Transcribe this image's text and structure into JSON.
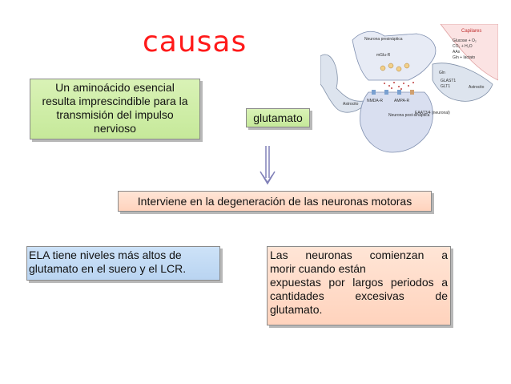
{
  "title": "causas",
  "box_aminoacido": {
    "lines": [
      "Un aminoácido esencial",
      "resulta imprescindible para la",
      "transmisión del impulso",
      "nervioso"
    ]
  },
  "box_glutamato": {
    "text": "glutamato"
  },
  "box_interviene": {
    "text": "Interviene en la degeneración de las neuronas motoras"
  },
  "box_ela": {
    "lines": [
      "ELA tiene niveles más altos de",
      "glutamato en el suero y el LCR."
    ]
  },
  "box_neuronas": {
    "lines": [
      "Las neuronas comienzan a",
      "morir cuando están",
      "expuestas por largos periodos a",
      "cantidades excesivas de",
      "glutamato."
    ]
  },
  "diagram_labels": {
    "capillary": "Capilares",
    "presynaptic": "Neurona presináptica",
    "astrocyte_left": "Astrocito",
    "astrocyte_right": "Astrocito",
    "postsynaptic": "Neurona post-sináptica",
    "glucose": "Glucose + O₂",
    "co2": "CO₂ + H₂O",
    "aas": "AAs",
    "gln": "Gln + lactato",
    "gln_short": "Gln",
    "nmda": "NMDA-R",
    "ampa": "AMPA-R",
    "mglu": "mGlu-R",
    "eaat": "EAAT3/4 (neuronal)",
    "eaat1": "GLAST1",
    "glt1": "GLT1"
  },
  "colors": {
    "title": "#ff1a1a",
    "green_box": "#c6e99a",
    "blue_box": "#b9d4f1",
    "pink_box": "#ffd3bd",
    "arrow": "#7a7ab0"
  }
}
